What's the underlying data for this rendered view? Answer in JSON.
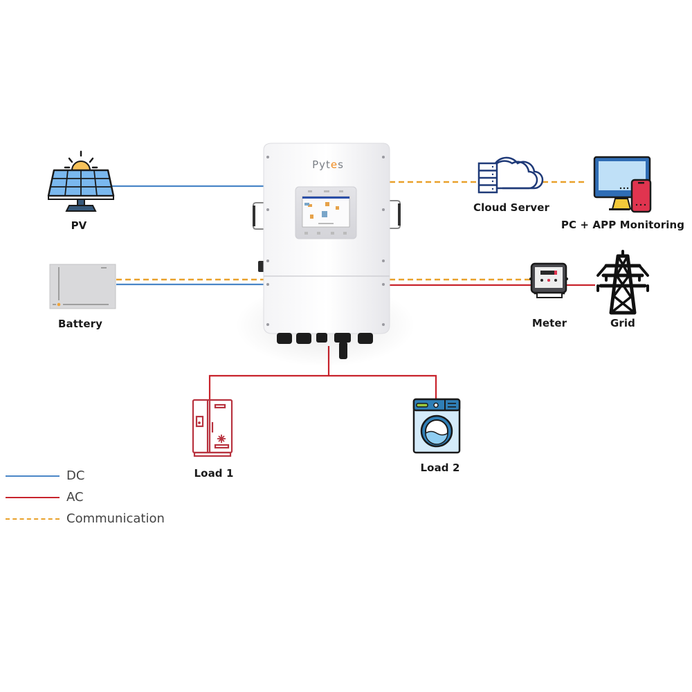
{
  "diagram": {
    "inverter": {
      "brand_prefix": "Pyt",
      "brand_accent": "e",
      "brand_suffix": "s"
    },
    "nodes": {
      "pv": {
        "label": "PV",
        "icon": "solar-panel-icon"
      },
      "battery": {
        "label": "Battery",
        "icon": "battery-icon"
      },
      "cloud_server": {
        "label": "Cloud Server",
        "icon": "cloud-server-icon"
      },
      "monitoring": {
        "label": "PC + APP Monitoring",
        "icon": "monitor-phone-icon"
      },
      "meter": {
        "label": "Meter",
        "icon": "electric-meter-icon"
      },
      "grid": {
        "label": "Grid",
        "icon": "power-tower-icon"
      },
      "load1": {
        "label": "Load 1",
        "icon": "refrigerator-icon"
      },
      "load2": {
        "label": "Load 2",
        "icon": "washing-machine-icon"
      }
    },
    "connections": [
      {
        "from": "PV",
        "to": "Inverter",
        "type": "DC"
      },
      {
        "from": "Battery",
        "to": "Inverter",
        "type": "DC"
      },
      {
        "from": "Battery",
        "to": "Inverter",
        "type": "Communication"
      },
      {
        "from": "Inverter",
        "to": "Cloud Server",
        "type": "Communication"
      },
      {
        "from": "Cloud Server",
        "to": "PC + APP Monitoring",
        "type": "Communication"
      },
      {
        "from": "Inverter",
        "to": "Meter",
        "type": "Communication"
      },
      {
        "from": "Inverter",
        "to": "Grid",
        "type": "AC"
      },
      {
        "from": "Inverter",
        "to": "Load 1",
        "type": "AC"
      },
      {
        "from": "Inverter",
        "to": "Load 2",
        "type": "AC"
      }
    ]
  },
  "legend": {
    "items": [
      {
        "label": "DC",
        "style": "solid",
        "color": "#4a86c7"
      },
      {
        "label": "AC",
        "style": "solid",
        "color": "#c8232c"
      },
      {
        "label": "Communication",
        "style": "dashed",
        "color": "#e9a12b"
      }
    ]
  },
  "colors": {
    "dc": "#4a86c7",
    "ac": "#c8232c",
    "communication": "#e9a12b"
  }
}
